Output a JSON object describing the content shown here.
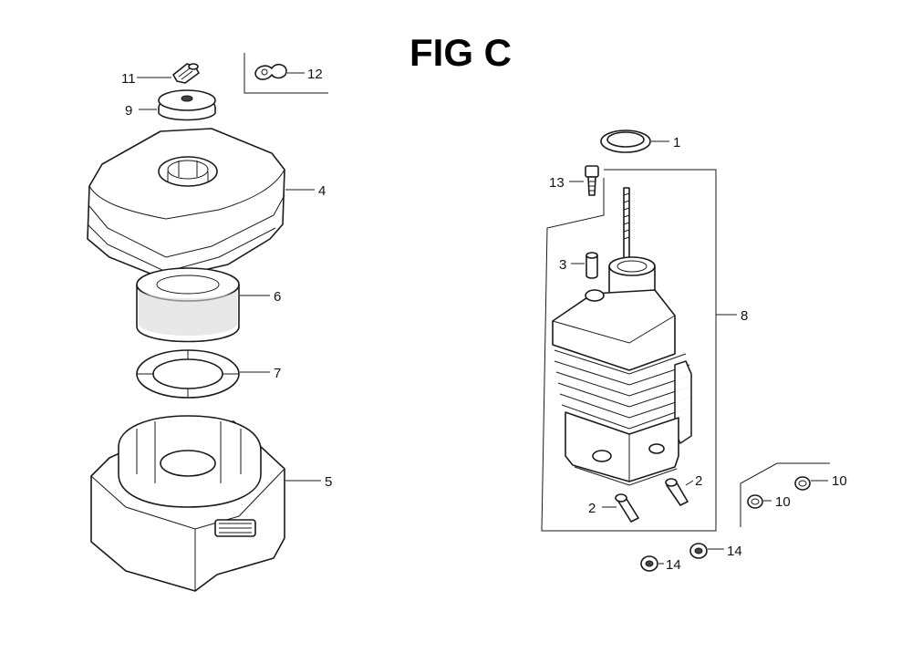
{
  "figure": {
    "title": "FIG C",
    "callouts": {
      "c1": "1",
      "c2a": "2",
      "c2b": "2",
      "c3": "3",
      "c4": "4",
      "c5": "5",
      "c6": "6",
      "c7": "7",
      "c8": "8",
      "c9": "9",
      "c10a": "10",
      "c10b": "10",
      "c11": "11",
      "c12": "12",
      "c13": "13",
      "c14a": "14",
      "c14b": "14"
    }
  }
}
